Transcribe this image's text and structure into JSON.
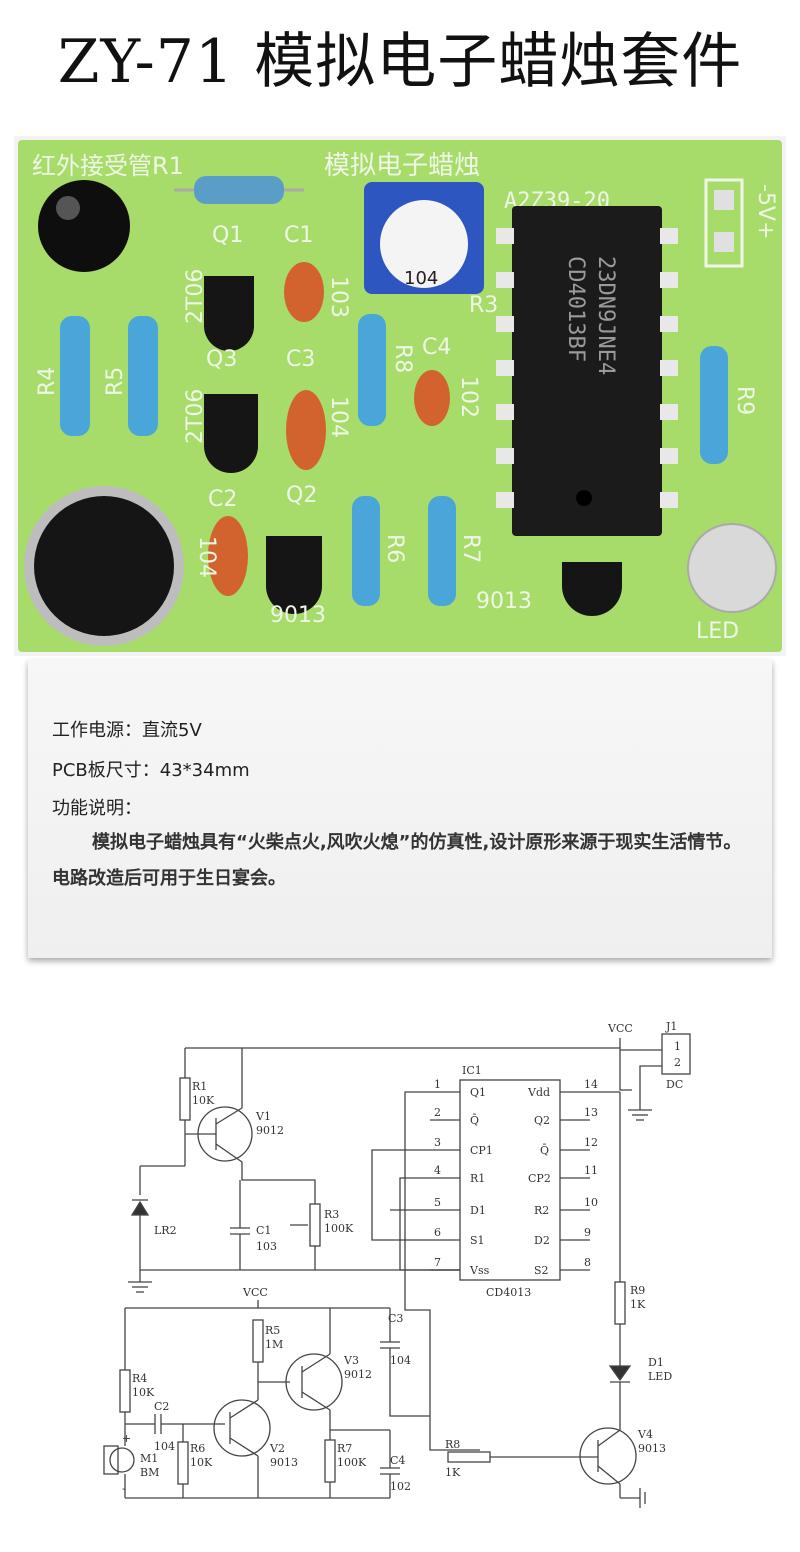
{
  "title": "ZY-71 模拟电子蜡烛套件",
  "pcb": {
    "silk_top_left": "红外接受管R1",
    "silk_top_center": "模拟电子蜡烛",
    "silk_part_no": "A2Z39-20",
    "silk_power": "-5V+",
    "chip_line1": "23DN9JNE4",
    "chip_line2": "CD4013BF",
    "pot_label": "104",
    "labels": {
      "q1": "Q1",
      "c1": "C1",
      "c1_val": "103",
      "q1_type": "2T06",
      "q3": "Q3",
      "c3": "C3",
      "c3_val": "104",
      "q3_type": "2T06",
      "r3": "R3",
      "r8": "R8",
      "c4": "C4",
      "c4_val": "102",
      "r4": "R4",
      "r5": "R5",
      "r9": "R9",
      "c2": "C2",
      "c2_val": "104",
      "q2": "Q2",
      "q2_type": "9013",
      "r6": "R6",
      "r7": "R7",
      "q4_type": "9013",
      "led": "LED"
    },
    "colors": {
      "board": "#a8dc6a",
      "chip": "#1b1b1b",
      "resistor": "#4aa5d8",
      "ceramic": "#d2632f"
    }
  },
  "specs": {
    "power": "工作电源：直流5V",
    "pcb_size": "PCB板尺寸：43*34mm",
    "function_heading": "功能说明：",
    "function_text": "模拟电子蜡烛具有“火柴点火,风吹火熄”的仿真性,设计原形来源于现实生活情节。电路改造后可用于生日宴会。"
  },
  "schematic": {
    "vcc_top": "VCC",
    "vcc_mid": "VCC",
    "j1": "J1",
    "j1_pin1": "1",
    "j1_pin2": "2",
    "j1_name": "DC",
    "ic": {
      "ref": "IC1",
      "name": "CD4013",
      "left_pins": [
        {
          "num": "1",
          "name": "Q1"
        },
        {
          "num": "2",
          "name": "Q̄"
        },
        {
          "num": "3",
          "name": "CP1"
        },
        {
          "num": "4",
          "name": "R1"
        },
        {
          "num": "5",
          "name": "D1"
        },
        {
          "num": "6",
          "name": "S1"
        },
        {
          "num": "7",
          "name": "Vss"
        }
      ],
      "right_pins": [
        {
          "num": "14",
          "name": "Vdd"
        },
        {
          "num": "13",
          "name": "Q2"
        },
        {
          "num": "12",
          "name": "Q̄"
        },
        {
          "num": "11",
          "name": "CP2"
        },
        {
          "num": "10",
          "name": "R2"
        },
        {
          "num": "9",
          "name": "D2"
        },
        {
          "num": "8",
          "name": "S2"
        }
      ]
    },
    "r1": "R1",
    "r1_val": "10K",
    "v1": "V1",
    "v1_val": "9012",
    "lr2": "LR2",
    "c1": "C1",
    "c1_val": "103",
    "r3": "R3",
    "r3_val": "100K",
    "r4": "R4",
    "r4_val": "10K",
    "c2": "C2",
    "c2_val": "104",
    "m1": "M1",
    "m1_val": "BM",
    "m1_plus": "+",
    "m1_minus": "-",
    "r6": "R6",
    "r6_val": "10K",
    "r5": "R5",
    "r5_val": "1M",
    "v2": "V2",
    "v2_val": "9013",
    "v3": "V3",
    "v3_val": "9012",
    "c3": "C3",
    "c3_val": "104",
    "r7": "R7",
    "r7_val": "100K",
    "c4": "C4",
    "c4_val": "102",
    "r8": "R8",
    "r8_val": "1K",
    "r9": "R9",
    "r9_val": "1K",
    "d1": "D1",
    "d1_val": "LED",
    "v4": "V4",
    "v4_val": "9013"
  }
}
